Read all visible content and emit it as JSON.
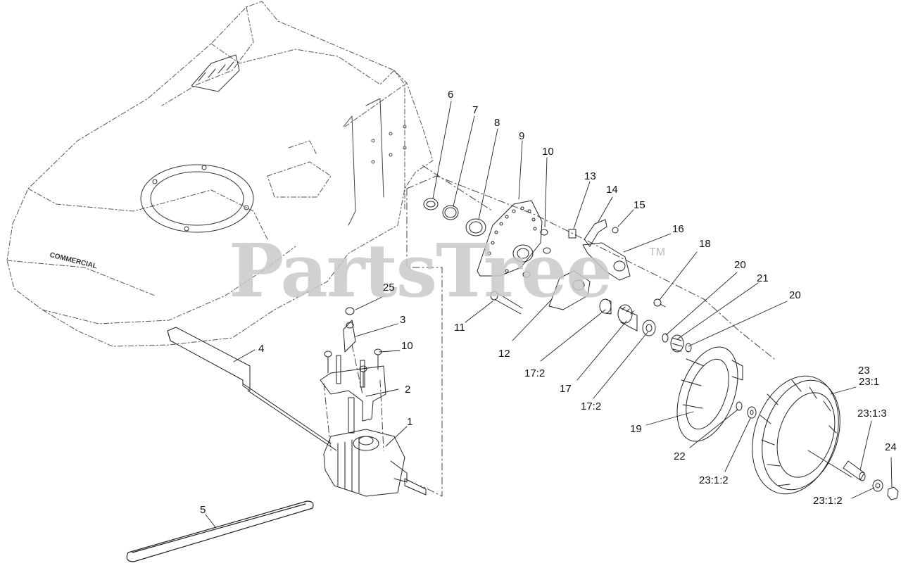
{
  "diagram": {
    "watermark": "PartsTree",
    "watermark_tm": "TM",
    "deck_brand": "COMMERCIAL",
    "callouts": [
      {
        "id": "c1",
        "text": "1"
      },
      {
        "id": "c2",
        "text": "2"
      },
      {
        "id": "c3",
        "text": "3"
      },
      {
        "id": "c4",
        "text": "4"
      },
      {
        "id": "c5",
        "text": "5"
      },
      {
        "id": "c6",
        "text": "6"
      },
      {
        "id": "c7",
        "text": "7"
      },
      {
        "id": "c8",
        "text": "8"
      },
      {
        "id": "c9",
        "text": "9"
      },
      {
        "id": "c10a",
        "text": "10"
      },
      {
        "id": "c10b",
        "text": "10"
      },
      {
        "id": "c11",
        "text": "11"
      },
      {
        "id": "c12",
        "text": "12"
      },
      {
        "id": "c13",
        "text": "13"
      },
      {
        "id": "c14",
        "text": "14"
      },
      {
        "id": "c15",
        "text": "15"
      },
      {
        "id": "c16",
        "text": "16"
      },
      {
        "id": "c17",
        "text": "17"
      },
      {
        "id": "c17_2a",
        "text": "17:2"
      },
      {
        "id": "c17_2b",
        "text": "17:2"
      },
      {
        "id": "c18",
        "text": "18"
      },
      {
        "id": "c19",
        "text": "19"
      },
      {
        "id": "c20a",
        "text": "20"
      },
      {
        "id": "c20b",
        "text": "20"
      },
      {
        "id": "c21",
        "text": "21"
      },
      {
        "id": "c22",
        "text": "22"
      },
      {
        "id": "c23",
        "text": "23"
      },
      {
        "id": "c23_1",
        "text": "23:1"
      },
      {
        "id": "c23_1_2a",
        "text": "23:1:2"
      },
      {
        "id": "c23_1_2b",
        "text": "23:1:2"
      },
      {
        "id": "c23_1_3",
        "text": "23:1:3"
      },
      {
        "id": "c24",
        "text": "24"
      },
      {
        "id": "c25",
        "text": "25"
      }
    ]
  }
}
